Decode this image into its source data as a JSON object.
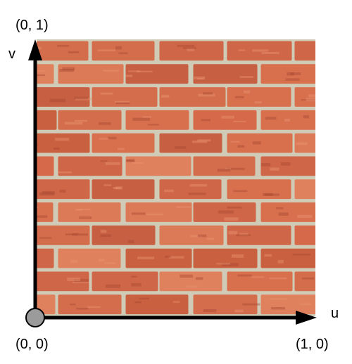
{
  "labels": {
    "top_left": "(0, 1)",
    "v_axis": "v",
    "u_axis": "u",
    "origin": "(0, 0)",
    "u_end": "(1, 0)"
  },
  "colors": {
    "axis": "#000000",
    "brick_light": "#d9714f",
    "brick_dark": "#b8553a",
    "mortar": "#c9c7b4",
    "origin_dot": "#9b9b9b"
  },
  "texture": {
    "name": "brick-wall"
  }
}
